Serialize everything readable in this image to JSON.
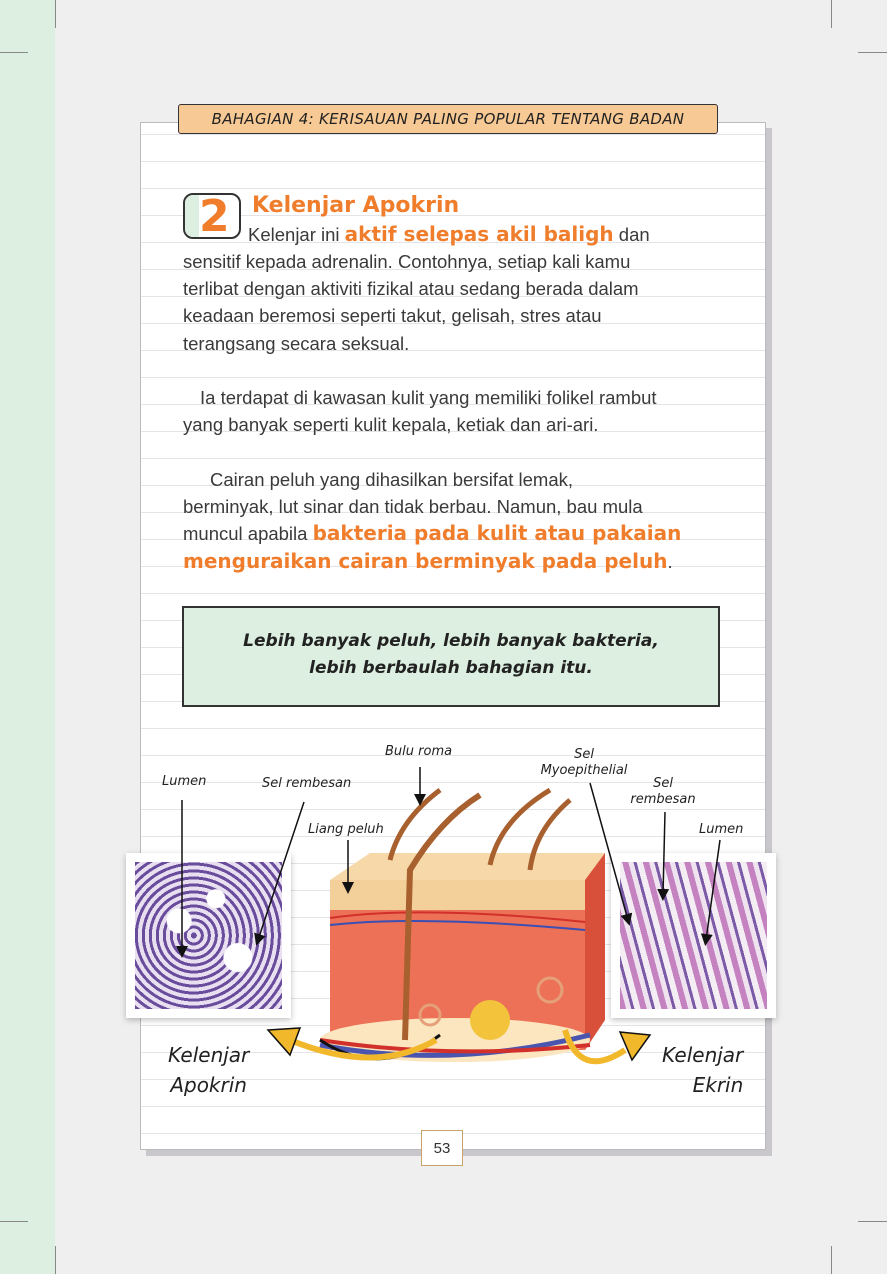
{
  "header": {
    "section_banner": "BAHAGIAN 4: KERISAUAN PALING POPULAR TENTANG BADAN"
  },
  "section": {
    "number": "2",
    "title": "Kelenjar Apokrin"
  },
  "paragraph1": {
    "l1_a": "Kelenjar ini ",
    "l1_hl": "aktif selepas akil baligh",
    "l1_b": " dan",
    "l2": "sensitif kepada adrenalin. Contohnya, setiap kali kamu",
    "l3": "terlibat dengan aktiviti fizikal atau sedang berada dalam",
    "l4": "keadaan beremosi seperti takut, gelisah, stres atau",
    "l5": "terangsang secara seksual."
  },
  "paragraph2": {
    "l1": "Ia terdapat di kawasan kulit yang memiliki folikel rambut",
    "l2": "yang banyak seperti kulit kepala, ketiak dan ari-ari."
  },
  "paragraph3": {
    "l1": "Cairan peluh yang dihasilkan bersifat lemak,",
    "l2": "berminyak, lut sinar dan tidak berbau. Namun, bau mula",
    "l3_a": "muncul apabila ",
    "l3_hl": "bakteria pada kulit atau pakaian",
    "l4_hl": "menguraikan cairan berminyak pada peluh",
    "l4_b": "."
  },
  "callout": {
    "l1": "Lebih banyak peluh, lebih banyak bakteria,",
    "l2": "lebih berbaulah bahagian itu."
  },
  "diagram": {
    "labels": {
      "lumen_left": "Lumen",
      "sel_rembesan_left": "Sel rembesan",
      "bulu_roma": "Bulu roma",
      "liang_peluh": "Liang peluh",
      "sel_myo_1": "Sel",
      "sel_myo_2": "Myoepithelial",
      "sel_rembesan_right_1": "Sel",
      "sel_rembesan_right_2": "rembesan",
      "lumen_right": "Lumen"
    },
    "apokrin_1": "Kelenjar",
    "apokrin_2": "Apokrin",
    "ekrin_1": "Kelenjar",
    "ekrin_2": "Ekrin"
  },
  "footer": {
    "page_number": "53"
  },
  "colors": {
    "accent": "#ef7d2c",
    "green": "#dcefe0",
    "banner": "#f7c994"
  }
}
